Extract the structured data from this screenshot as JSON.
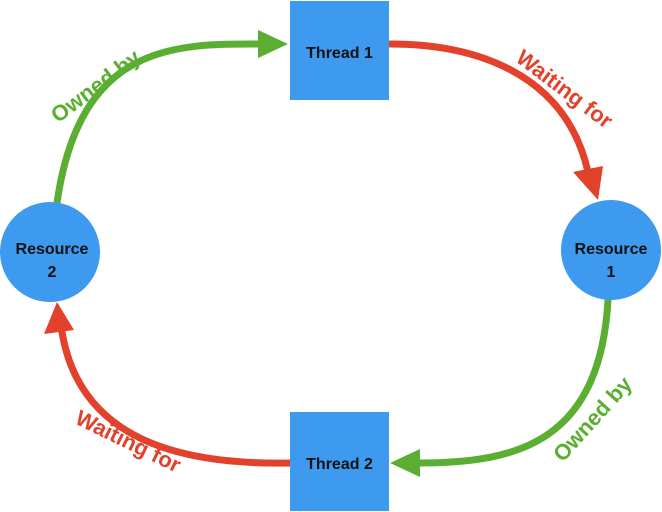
{
  "colors": {
    "node_fill": "#3d9aee",
    "owned": "#5aaf32",
    "waiting": "#e2412c",
    "text": "#111111"
  },
  "nodes": {
    "thread1": {
      "shape": "square",
      "label": "Thread 1"
    },
    "thread2": {
      "shape": "square",
      "label": "Thread 2"
    },
    "resource1": {
      "shape": "circle",
      "label_line1": "Resource",
      "label_line2": "1"
    },
    "resource2": {
      "shape": "circle",
      "label_line1": "Resource",
      "label_line2": "2"
    }
  },
  "edges": [
    {
      "from": "Thread 1",
      "to": "Resource 1",
      "type": "waiting",
      "label": "Waiting for"
    },
    {
      "from": "Resource 1",
      "to": "Thread 2",
      "type": "owned",
      "label": "Owned by"
    },
    {
      "from": "Thread 2",
      "to": "Resource 2",
      "type": "waiting",
      "label": "Waiting for"
    },
    {
      "from": "Resource 2",
      "to": "Thread 1",
      "type": "owned",
      "label": "Owned by"
    }
  ]
}
